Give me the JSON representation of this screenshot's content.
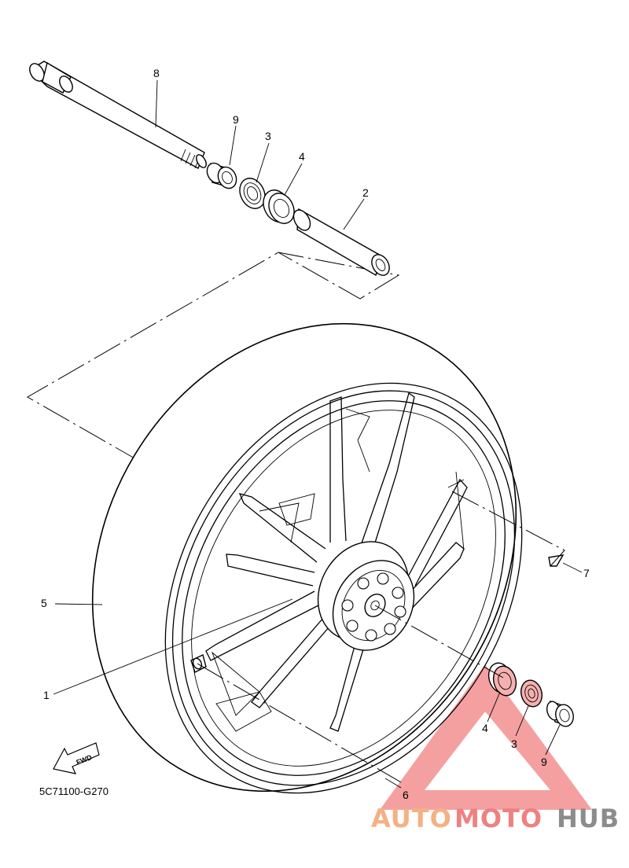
{
  "callouts": {
    "c1": "1",
    "c2": "2",
    "c3a": "3",
    "c3b": "3",
    "c4a": "4",
    "c4b": "4",
    "c5": "5",
    "c6": "6",
    "c7": "7",
    "c8": "8",
    "c9a": "9",
    "c9b": "9"
  },
  "diagram_code": "5C71100-G270",
  "fwd_label": "FWD",
  "watermark": {
    "part1": "AUTO",
    "part2": "MOTO",
    "part3": "HUB",
    "color_orange": "#f4b183",
    "color_red": "#f08080",
    "color_gray": "#8c8c8c"
  }
}
